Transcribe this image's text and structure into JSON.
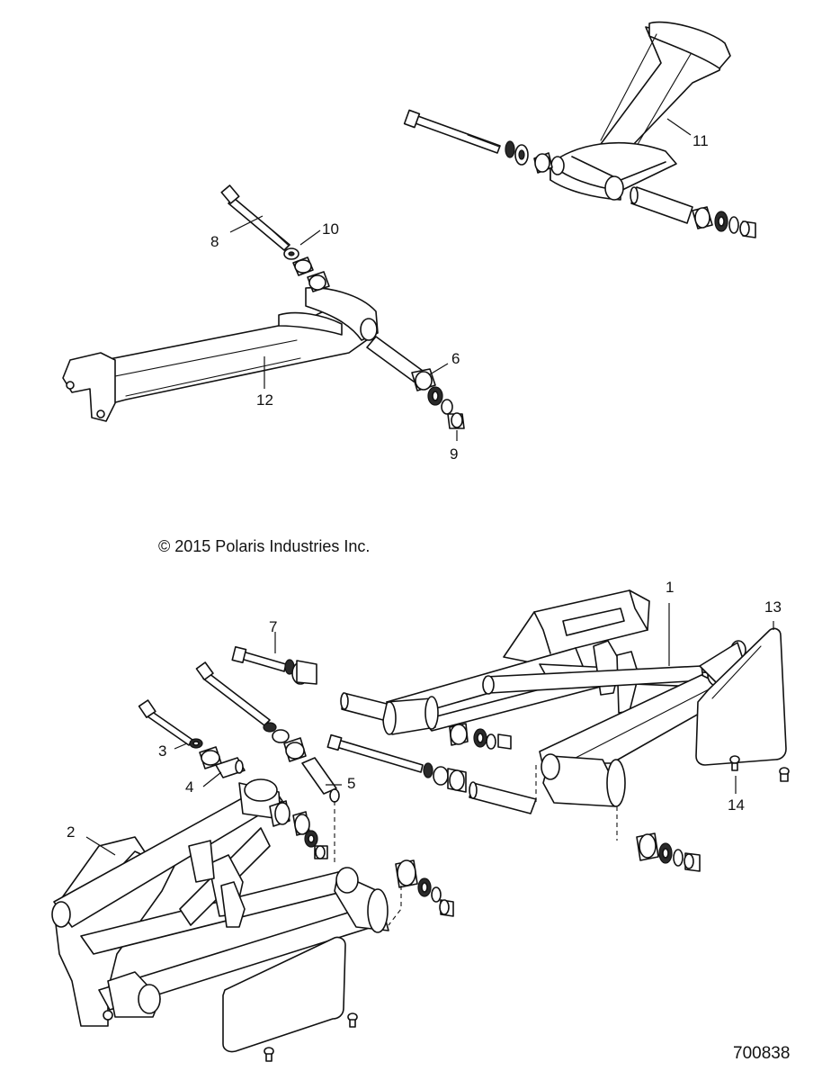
{
  "diagram": {
    "title": "Rear suspension / trailing arm exploded view",
    "copyright": "© 2015 Polaris Industries Inc.",
    "diagram_id": "700838"
  },
  "callouts": [
    {
      "id": "c1",
      "label": "1"
    },
    {
      "id": "c2",
      "label": "2"
    },
    {
      "id": "c3",
      "label": "3"
    },
    {
      "id": "c4",
      "label": "4"
    },
    {
      "id": "c5",
      "label": "5"
    },
    {
      "id": "c6",
      "label": "6"
    },
    {
      "id": "c7",
      "label": "7"
    },
    {
      "id": "c8",
      "label": "8"
    },
    {
      "id": "c9",
      "label": "9"
    },
    {
      "id": "c10",
      "label": "10"
    },
    {
      "id": "c11",
      "label": "11"
    },
    {
      "id": "c12",
      "label": "12"
    },
    {
      "id": "c13",
      "label": "13"
    },
    {
      "id": "c14",
      "label": "14"
    }
  ]
}
